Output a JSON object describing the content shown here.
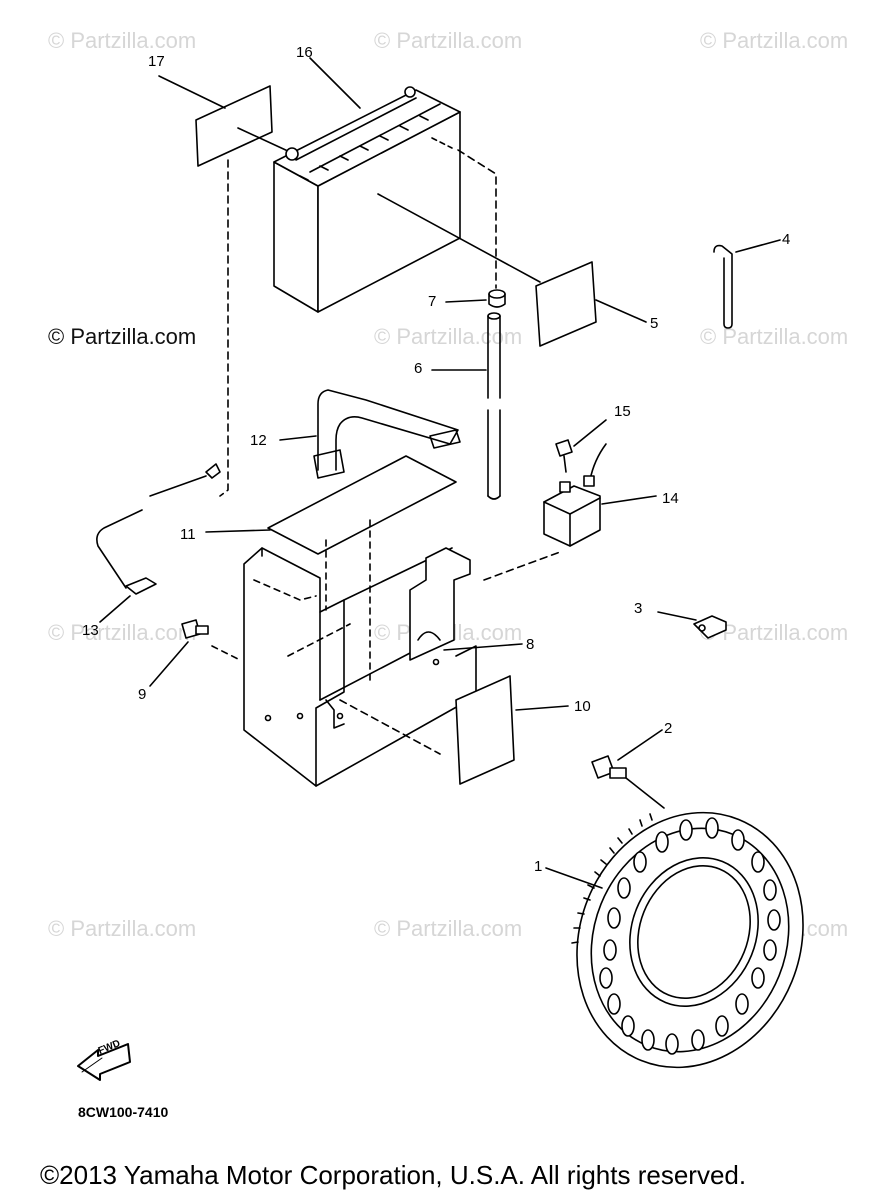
{
  "watermarks": {
    "row1": [
      "© Partzilla.com",
      "© Partzilla.com",
      "© Partzilla.com"
    ],
    "row2": [
      "© Partzilla.com",
      "© Partzilla.com",
      "© Partzilla.com"
    ],
    "row3": [
      "© Partzilla.com",
      "© Partzilla.com",
      "© Partzilla.com"
    ],
    "row4": [
      "© Partzilla.com",
      "© Partzilla.com",
      "© Partzilla.com"
    ]
  },
  "callouts": {
    "c1": "1",
    "c2": "2",
    "c3": "3",
    "c4": "4",
    "c5": "5",
    "c6": "6",
    "c7": "7",
    "c8": "8",
    "c9": "9",
    "c10": "10",
    "c11": "11",
    "c12": "12",
    "c13": "13",
    "c14": "14",
    "c15": "15",
    "c16": "16",
    "c17": "17"
  },
  "fwd_label": "FWD",
  "diagram_code": "8CW100-7410",
  "copyright": "©2013  Yamaha Motor Corporation, U.S.A. All rights reserved.",
  "colors": {
    "line": "#000000",
    "watermark": "#d6d6d6",
    "background": "#ffffff"
  }
}
